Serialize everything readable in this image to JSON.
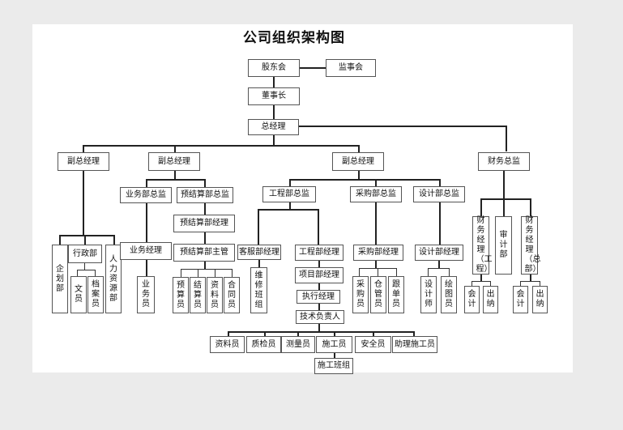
{
  "title": "公司组织架构图",
  "nodes": {
    "shareholders": "股东会",
    "supervisors": "监事会",
    "chairman": "董事长",
    "gm": "总经理",
    "vgm1": "副总经理",
    "vgm2": "副总经理",
    "vgm3": "副总经理",
    "cfo": "财务总监",
    "planning": "企划部",
    "admin": "行政部",
    "clerk": "文员",
    "archivist": "档案员",
    "hr": "人力资源部",
    "biz_director": "业务部总监",
    "biz_manager": "业务经理",
    "biz_staff": "业务员",
    "budget_director": "预结算部总监",
    "budget_manager": "预结算部经理",
    "budget_supervisor": "预结算部主管",
    "budget_staff": "预算员",
    "settlement_staff": "结算员",
    "document_staff": "资料员",
    "contract_staff": "合同员",
    "eng_director": "工程部总监",
    "cs_manager": "客服部经理",
    "maintenance_team": "维修班组",
    "eng_manager": "工程部经理",
    "project_manager": "项目部经理",
    "exec_manager": "执行经理",
    "tech_lead": "技术负责人",
    "materials_clerk": "资料员",
    "qc": "质检员",
    "surveyor": "测量员",
    "builder": "施工员",
    "safety": "安全员",
    "asst_builder": "助理施工员",
    "construction_team": "施工班组",
    "purchase_director": "采购部总监",
    "purchase_manager": "采购部经理",
    "buyer": "采购员",
    "warehouse": "仓管员",
    "expediter": "跟单员",
    "design_director": "设计部总监",
    "design_manager": "设计部经理",
    "designer": "设计师",
    "drafter": "绘图员",
    "fin_manager_eng": "财务经理（工程）",
    "audit": "审计部",
    "fin_manager_hq": "财务经理（总部）",
    "accountant1": "会计",
    "cashier1": "出纳",
    "accountant2": "会计",
    "cashier2": "出纳"
  }
}
